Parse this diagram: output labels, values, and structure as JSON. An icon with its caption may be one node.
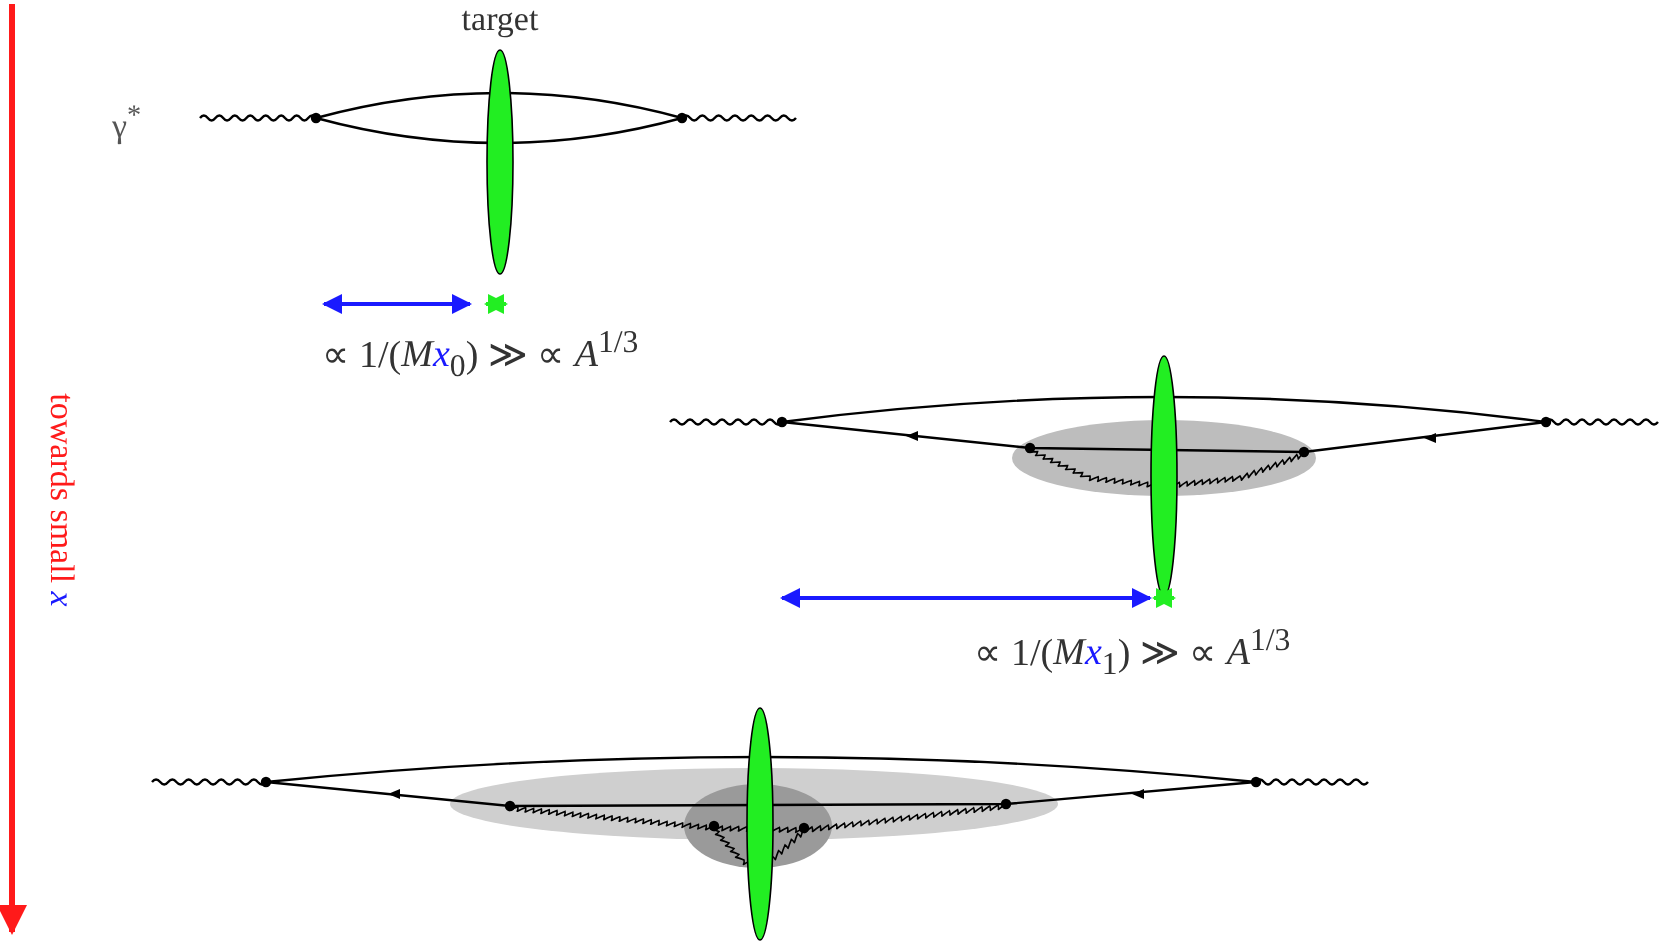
{
  "diagram": {
    "labels": [
      "target",
      "γ$^{*}$",
      "∝ 1/(*Mx*$_{0}$) ≫ ∝ *A*$^{1/3}$",
      "∝ 1/(*Mx*$_{1}$) ≫ ∝ *A*$^{1/3}$",
      "towards small *x*"
    ]
  }
}
